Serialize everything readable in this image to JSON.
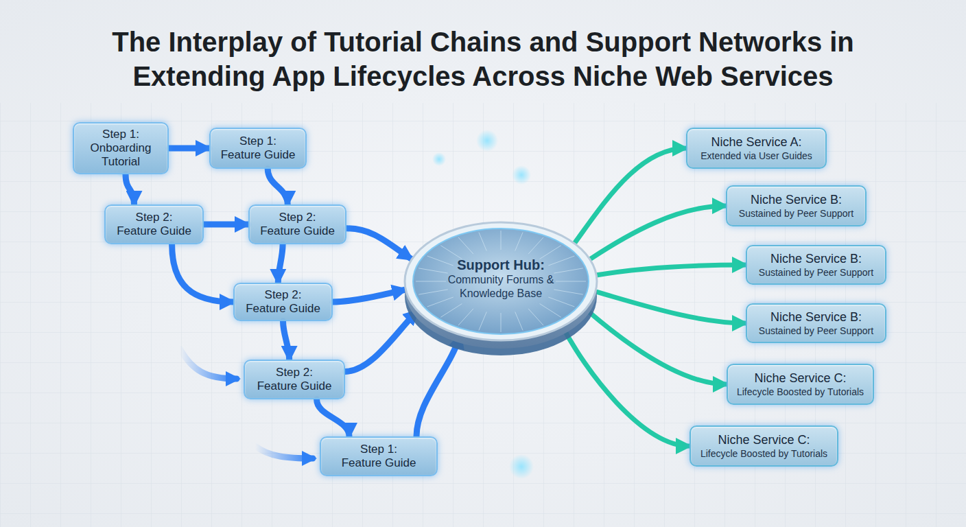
{
  "diagram": {
    "title": "The Interplay of Tutorial Chains and Support Networks in Extending App Lifecycles Across Niche Web Services",
    "nodes": [
      {
        "text": [
          "Step 1:",
          "Onboarding Tutorial"
        ]
      },
      {
        "text": [
          "Step 1:",
          "Feature Guide"
        ]
      },
      {
        "text": [
          "Step 2:",
          "Feature Guide"
        ]
      },
      {
        "text": [
          "Step 2:",
          "Feature Guide"
        ]
      },
      {
        "text": [
          "Step 2:",
          "Feature Guide"
        ]
      },
      {
        "text": [
          "Step 2:",
          "Feature Guide"
        ]
      },
      {
        "text": [
          "Step 1:",
          "Feature Guide"
        ]
      },
      {
        "text": [
          "Support Hub:",
          "Community Forums & Knowledge Base"
        ]
      },
      {
        "text": [
          "Niche Service A:",
          "Extended via User Guides"
        ]
      },
      {
        "text": [
          "Niche Service B:",
          "Sustained by Peer Support"
        ]
      },
      {
        "text": [
          "Niche Service B:",
          "Sustained by Peer Support"
        ]
      },
      {
        "text": [
          "Niche Service B:",
          "Sustained by Peer Support"
        ]
      },
      {
        "text": [
          "Niche Service C:",
          "Lifecycle Boosted by Tutorials"
        ]
      },
      {
        "text": [
          "Niche Service C:",
          "Lifecycle Boosted by Tutorials"
        ]
      }
    ],
    "edges": [
      {
        "from": 0,
        "to": 1,
        "arrow": "to"
      },
      {
        "from": 0,
        "to": 2,
        "arrow": "to"
      },
      {
        "from": 1,
        "to": 3,
        "arrow": "to"
      },
      {
        "from": 2,
        "to": 3,
        "arrow": "to"
      },
      {
        "from": 3,
        "to": 4,
        "arrow": "to"
      },
      {
        "from": 2,
        "to": 4,
        "arrow": "to"
      },
      {
        "from": 4,
        "to": 5,
        "arrow": "to"
      },
      {
        "from": 5,
        "to": 6,
        "arrow": "to"
      },
      {
        "from": 3,
        "to": 7,
        "arrow": "to"
      },
      {
        "from": 4,
        "to": 7,
        "arrow": "to"
      },
      {
        "from": 5,
        "to": 7,
        "arrow": "to"
      },
      {
        "from": 6,
        "to": 7,
        "arrow": "to"
      },
      {
        "from": 7,
        "to": 8,
        "arrow": "to"
      },
      {
        "from": 7,
        "to": 9,
        "arrow": "to"
      },
      {
        "from": 7,
        "to": 10,
        "arrow": "to"
      },
      {
        "from": 7,
        "to": 11,
        "arrow": "to"
      },
      {
        "from": 7,
        "to": 12,
        "arrow": "to"
      },
      {
        "from": 7,
        "to": 13,
        "arrow": "to"
      }
    ]
  }
}
